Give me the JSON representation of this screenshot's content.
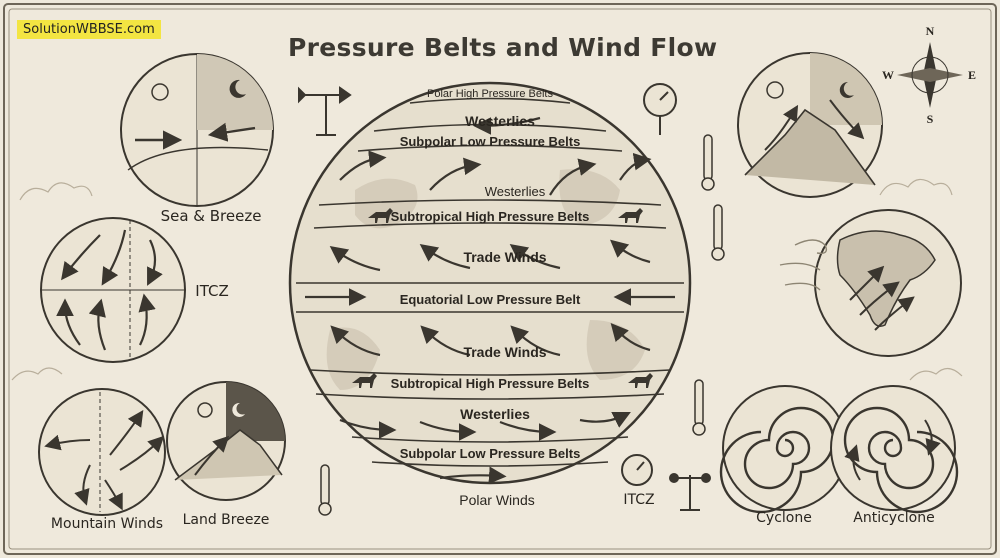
{
  "source_badge": "SolutionWBBSE.com",
  "title": "Pressure Belts and Wind Flow",
  "globe": {
    "bands": {
      "polar_high": "Polar High Pressure Belts",
      "westerlies_top": "Westerlies",
      "subpolar_low_top": "Subpolar Low Pressure Belts",
      "westerlies_mid": "Westerlies",
      "subtropical_high_top": "Subtropical High Pressure Belts",
      "trade_winds_top": "Trade Winds",
      "equatorial_low": "Equatorial Low Pressure Belt",
      "trade_winds_bottom": "Trade Winds",
      "subtropical_high_bottom": "Subtropical High Pressure Belts",
      "westerlies_bottom": "Westerlies",
      "subpolar_low_bottom": "Subpolar Low Pressure Belts",
      "polar_winds": "Polar Winds"
    }
  },
  "vignettes": {
    "sea_breeze": "Sea & Breeze",
    "itcz_left": "ITCZ",
    "mountain_winds": "Mountain Winds",
    "land_breeze": "Land Breeze",
    "itcz_bottom": "ITCZ",
    "cyclone": "Cyclone",
    "anticyclone": "Anticyclone"
  },
  "compass": {
    "n": "N",
    "e": "E",
    "s": "S",
    "w": "W"
  }
}
